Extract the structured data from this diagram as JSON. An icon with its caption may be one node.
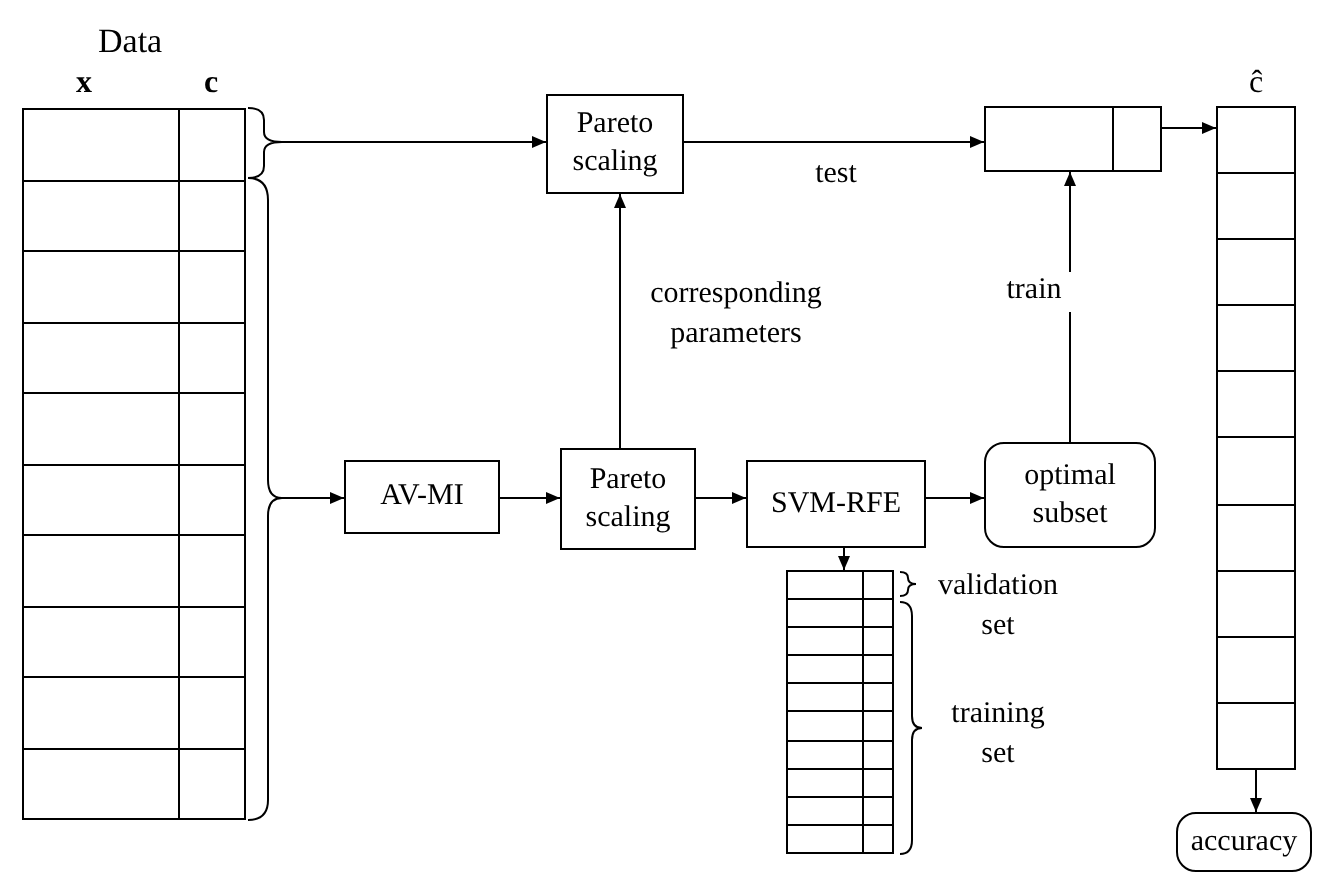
{
  "diagram": {
    "nodes": [
      {
        "text": [
          "Data"
        ],
        "beside": [
          "x",
          "c"
        ]
      },
      {
        "text": [
          "Pareto scaling"
        ]
      },
      {
        "text": [
          "AV-MI"
        ]
      },
      {
        "text": [
          "Pareto scaling"
        ]
      },
      {
        "text": [
          "SVM-RFE"
        ]
      },
      {
        "text": [
          "optimal subset"
        ]
      },
      {
        "text": [],
        "shape": "box"
      },
      {
        "text": [
          "ĉ"
        ]
      },
      {
        "text": [
          "accuracy"
        ]
      },
      {
        "text": [],
        "shape": "box"
      }
    ],
    "edges": [
      {
        "from": 0,
        "to": 1,
        "arrow": "to"
      },
      {
        "from": 0,
        "to": 2,
        "arrow": "to"
      },
      {
        "from": 2,
        "to": 3,
        "arrow": "to"
      },
      {
        "from": 3,
        "to": 1,
        "arrow": "to",
        "label": "corresponding parameters"
      },
      {
        "from": 3,
        "to": 4,
        "arrow": "to"
      },
      {
        "from": 4,
        "to": 5,
        "arrow": "to"
      },
      {
        "from": 4,
        "to": 9,
        "arrow": "to"
      },
      {
        "from": 1,
        "to": 6,
        "arrow": "to",
        "label": "test"
      },
      {
        "from": 5,
        "to": 6,
        "arrow": "to",
        "label": "train"
      },
      {
        "from": 6,
        "to": 7,
        "arrow": "to"
      },
      {
        "from": 7,
        "to": 8,
        "arrow": "to"
      }
    ],
    "labels": [
      "validation set",
      "training set"
    ]
  }
}
